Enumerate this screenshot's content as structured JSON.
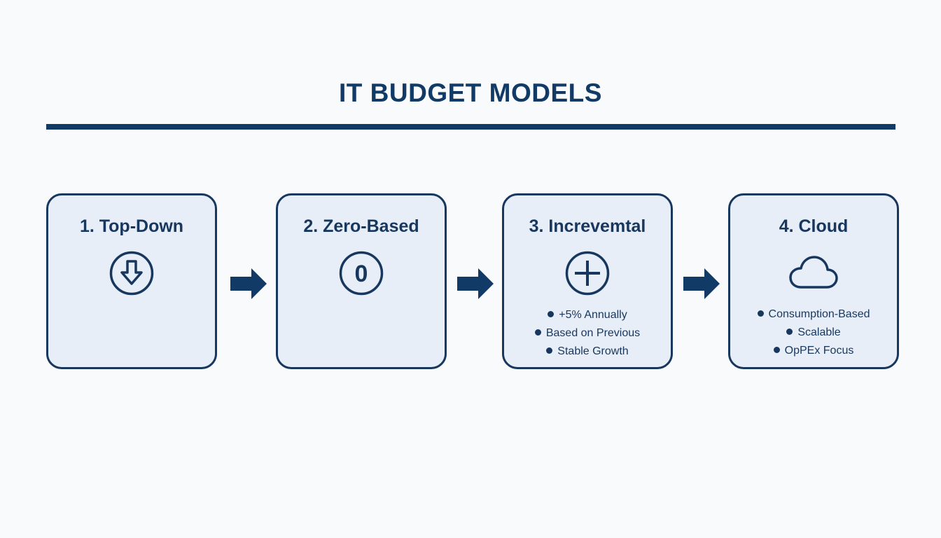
{
  "title": "IT BUDGET MODELS",
  "colors": {
    "primary": "#123a66",
    "box_fill": "#e8eef7",
    "box_border": "#17375e",
    "background": "#f8fafc"
  },
  "models": [
    {
      "title": "1. Top-Down",
      "icon": "arrow-down-circle-icon",
      "bullets": []
    },
    {
      "title": "2. Zero-Based",
      "icon": "zero-circle-icon",
      "icon_text": "0",
      "bullets": []
    },
    {
      "title": "3. Increvemtal",
      "icon": "plus-circle-icon",
      "bullets": [
        "+5% Annually",
        "Based on Previous",
        "Stable Growth"
      ]
    },
    {
      "title": "4. Cloud",
      "icon": "cloud-icon",
      "bullets": [
        "Consumption-Based",
        "Scalable",
        "OpPEx Focus"
      ]
    }
  ],
  "connectors": [
    "arrow-right-icon",
    "arrow-right-icon",
    "arrow-right-icon"
  ]
}
